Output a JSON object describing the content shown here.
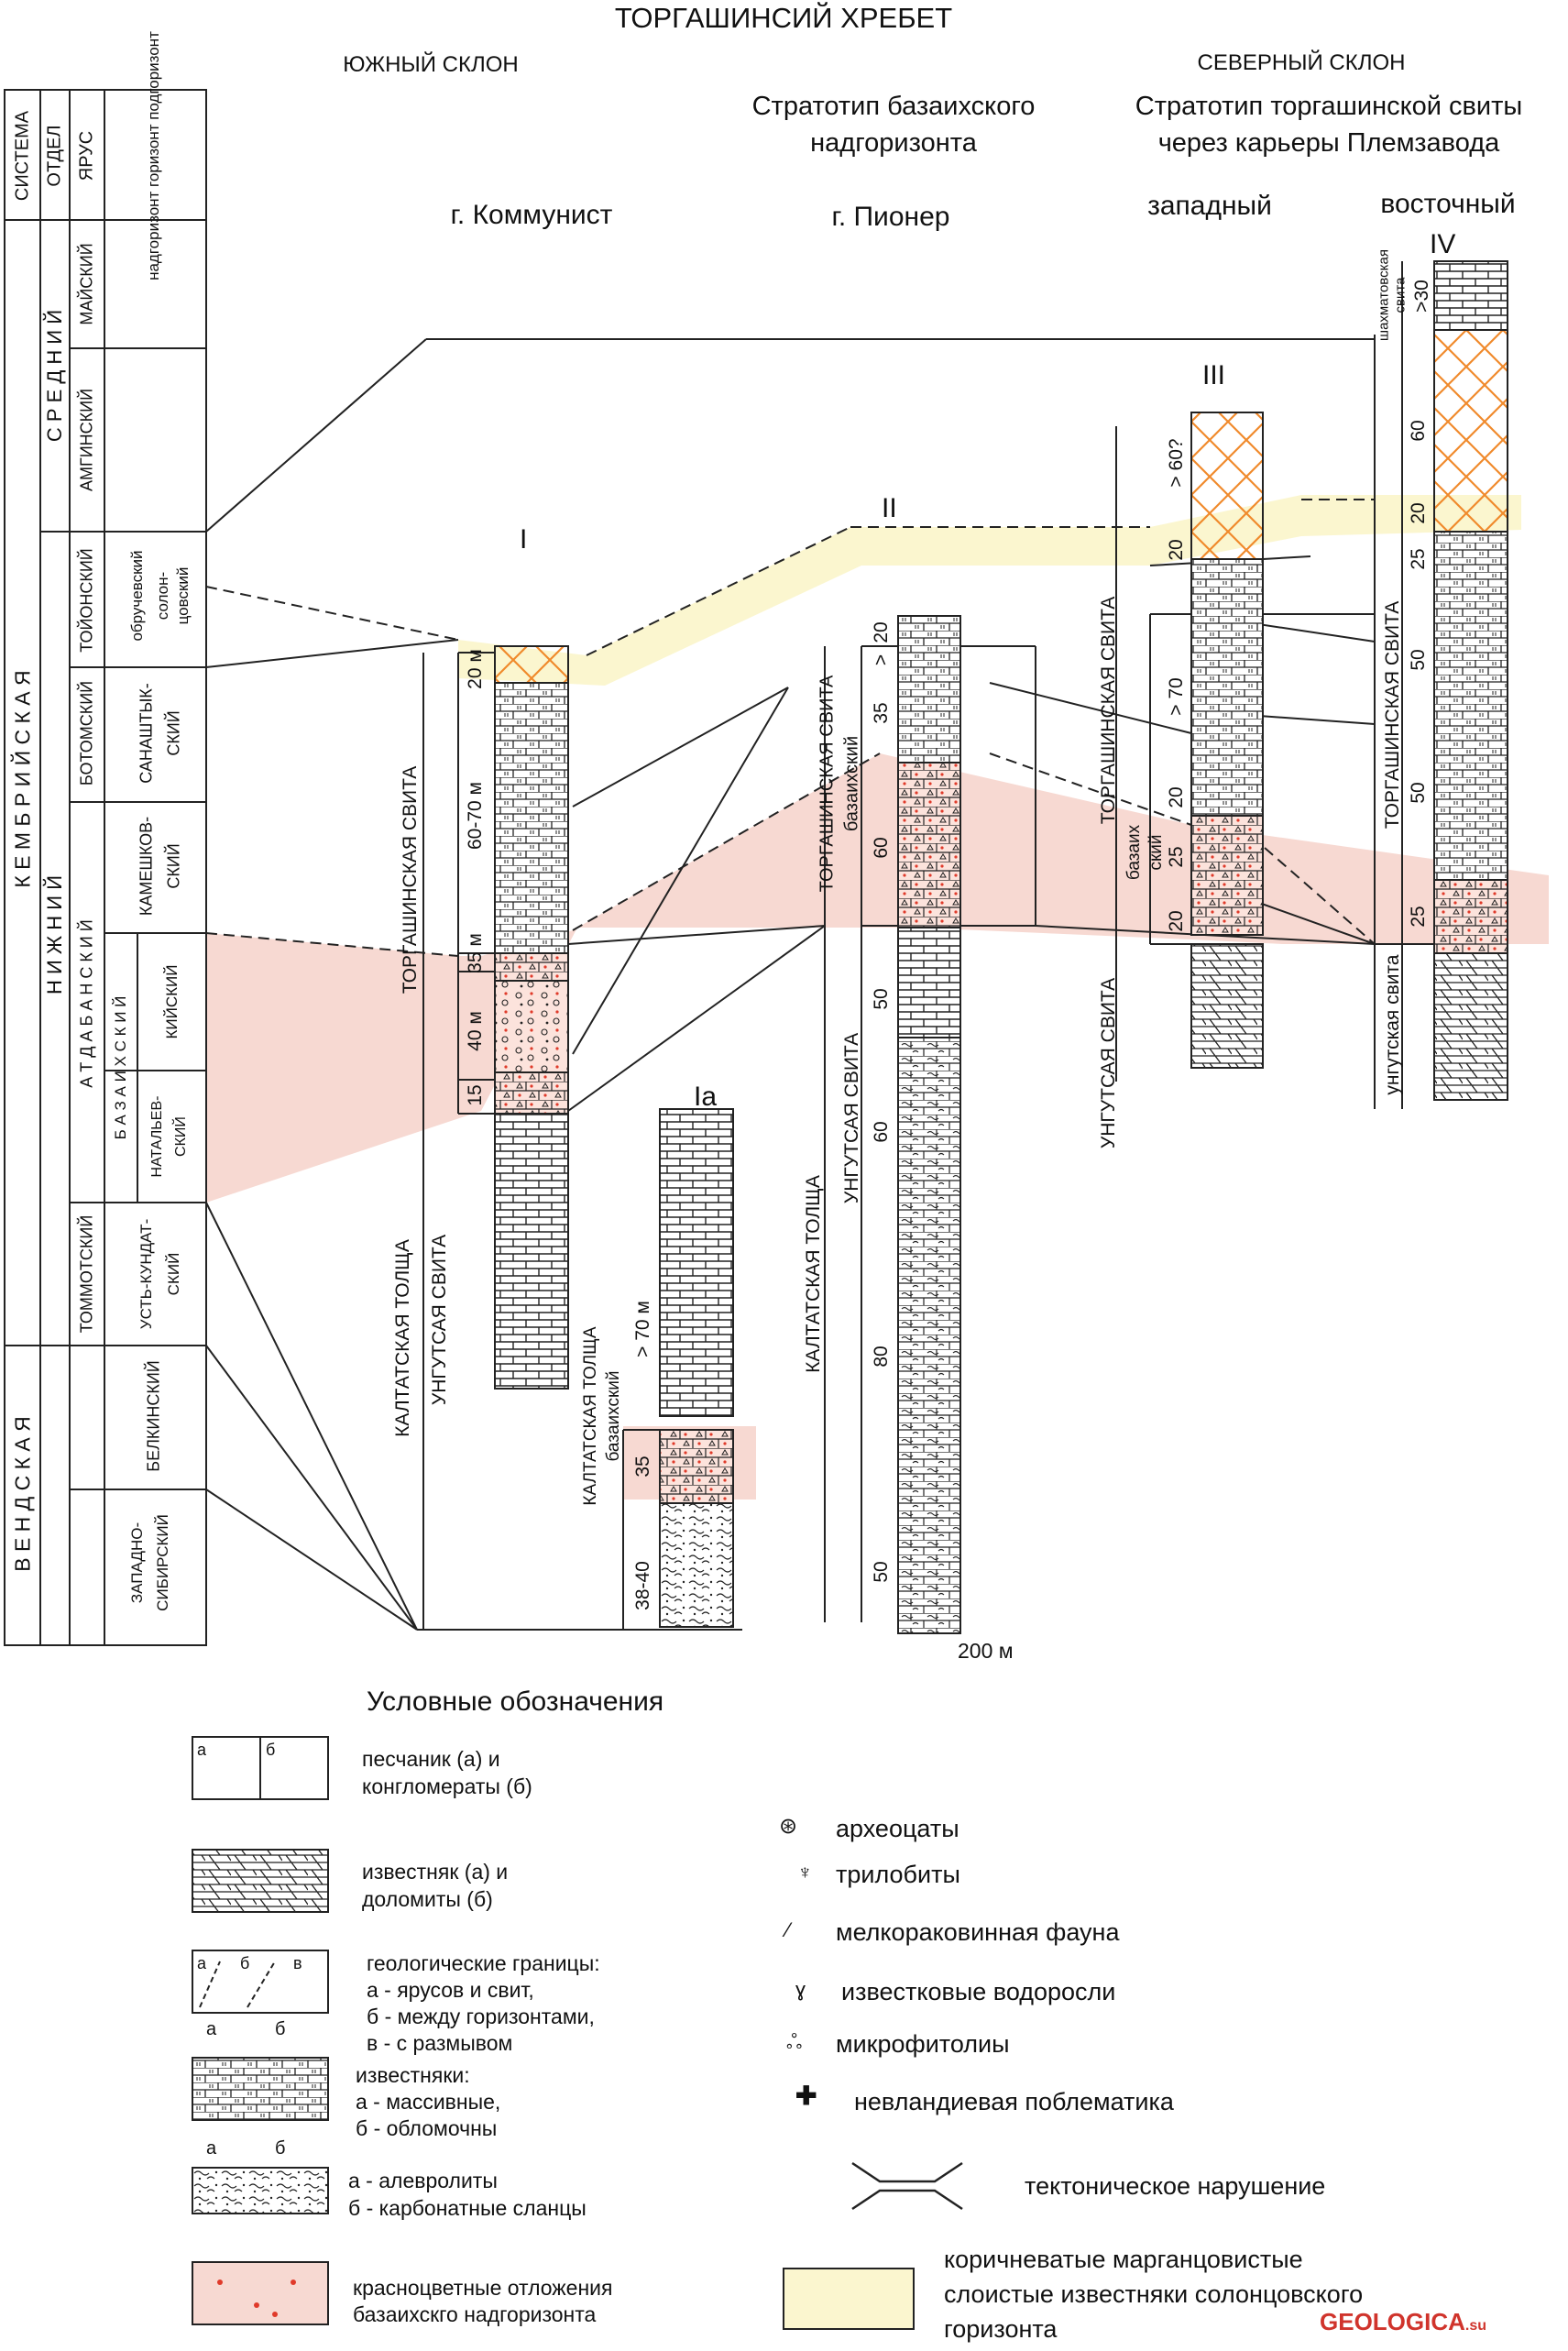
{
  "title": "ТОРГАШИНСИЙ ХРЕБЕТ",
  "slopes": {
    "south": "ЮЖНЫЙ СКЛОН",
    "north": "СЕВЕРНЫЙ СКЛОН"
  },
  "headers": {
    "stratotype_bazaikh_1": "Стратотип базаихского",
    "stratotype_bazaikh_2": "надгоризонта",
    "stratotype_torg_1": "Стратотип торгашинской свиты",
    "stratotype_torg_2": "через карьеры Племзавода",
    "section1": "г. Коммунист",
    "section2": "г. Пионер",
    "west": "западный",
    "east": "восточный"
  },
  "table": {
    "h_system": "СИСТЕМА",
    "h_series": "ОТДЕЛ",
    "h_stage": "ЯРУС",
    "h_horizon": "надгоризонт горизонт подгоризонт",
    "system_cambrian": "К Е М Б Р И Й С К А Я",
    "system_vendian": "В Е Н Д С К А Я",
    "series_middle": "С Р Е Д Н И Й",
    "series_lower": "Н И Ж Н И Й",
    "stage_maysky": "МАЙСКИЙ",
    "stage_amginsky": "АМГИНСКИЙ",
    "stage_toyonsky": "ТОЙОНСКИЙ",
    "stage_botomsky": "БОТОМСКИЙ",
    "stage_atdabansky": "А Т Д А Б А Н С К И Й",
    "stage_tommotsky": "ТОММОТСКИЙ",
    "stage_belkinsky": "БЕЛКИНСКИЙ",
    "stage_zapsib_1": "ЗАПАДНО-",
    "stage_zapsib_2": "СИБИРСКИЙ",
    "hz_obruchev": "обручевский",
    "hz_solon_1": "солон-",
    "hz_solon_2": "цовский",
    "hz_sanasht_1": "САНАШТЫК-",
    "hz_sanasht_2": "СКИЙ",
    "hz_kamesh_1": "КАМЕШКОВ-",
    "hz_kamesh_2": "СКИЙ",
    "hz_bazaikh": "Б А З А И Х С К И Й",
    "hz_kiysky": "КИЙСКИЙ",
    "hz_natal_1": "НАТАЛЬЕВ-",
    "hz_natal_2": "СКИЙ",
    "hz_ustk_1": "УСТЬ-КУНДАТ-",
    "hz_ustk_2": "СКИЙ"
  },
  "roman": {
    "I": "I",
    "Ia": "Ia",
    "II": "II",
    "III": "III",
    "IV": "IV"
  },
  "formations": {
    "torg": "ТОРГАШИНСКАЯ СВИТА",
    "ungut": "УНГУТСАЯ СВИТА",
    "kaltat": "КАЛТАТСКАЯ ТОЛЩА",
    "torg_ii": "ТОРГАШИНСКАЯ СВИТА",
    "bazaikh_ii": "базаихский",
    "kaltat_ia_1": "КАЛТАТСКАЯ ТОЛЩА",
    "kaltat_ia_2": "базаихский",
    "torg_iii": "ТОРГАШИНСКАЯ СВИТА",
    "bazaikh_iii_1": "базаих",
    "bazaikh_iii_2": "ский",
    "shakh_1": "шахматовская",
    "shakh_2": "свита",
    "ungut_iv": "унгутская свита"
  },
  "thickness": {
    "i_20": "20 м",
    "i_6070": "60-70 м",
    "i_35": "35 м",
    "i_40": "40 м",
    "i_15": "15",
    "ia_70": "> 70 м",
    "ia_35": "35",
    "ia_3840": "38-40",
    "ii_20": "20",
    "ii_gt": ">",
    "ii_35": "35",
    "ii_60a": "60",
    "ii_50a": "50",
    "ii_60b": "60",
    "ii_80": "80",
    "ii_50b": "50",
    "iii_60": "> 60?",
    "iii_20a": "20",
    "iii_70": "> 70",
    "iii_20b": "20",
    "iii_25": "25",
    "iii_20c": "20",
    "iv_30": ">30",
    "iv_60": "60",
    "iv_20": "20",
    "iv_25a": "25",
    "iv_50a": "50",
    "iv_50b": "50",
    "iv_25b": "25"
  },
  "scale": "200 м",
  "legend": {
    "title": "Условные обозначения",
    "sand_1": "песчаник (а) и",
    "sand_2": "конгломераты (б)",
    "lime_1": "известняк (а) и",
    "lime_2": "доломиты (б)",
    "bound_1": "геологические границы:",
    "bound_2": "а - ярусов и свит,",
    "bound_3": "б - между горизонтами,",
    "bound_4": "в - с размывом",
    "lime2_1": "известняки:",
    "lime2_2": "а - массивные,",
    "lime2_3": "б - обломочны",
    "silt_1": "а - алевролиты",
    "silt_2": "б - карбонатные сланцы",
    "red_1": "красноцветные отложения",
    "red_2": "базаихскго надгоризонта",
    "archaeo": "археоцаты",
    "trilob": "трилобиты",
    "smallshell": "мелкораковинная фауна",
    "algae": "известковые водоросли",
    "microphyt": "микрофитолиы",
    "newland": "невландиевая поблематика",
    "tecton": "тектоническое нарушение",
    "mangan_1": "коричневатые марганцовистые",
    "mangan_2": "слоистые известняки солонцовского",
    "mangan_3": "горизонта",
    "a": "а",
    "b": "б",
    "v": "в"
  },
  "watermark": "GEOLOGICA",
  "watermark_suffix": ".su",
  "colors": {
    "red_zone": "#f7d9d2",
    "yellow_zone": "#fbf6cf",
    "red_dot": "#e03a2a",
    "orange": "#f08a2c"
  }
}
